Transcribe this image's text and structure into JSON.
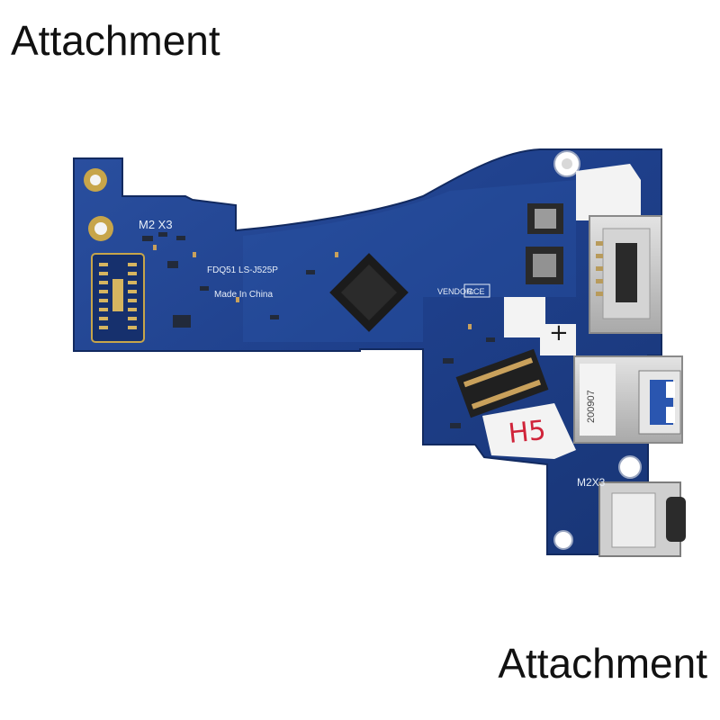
{
  "captions": {
    "top": "Attachment",
    "bottom": "Attachment"
  },
  "board": {
    "silkscreen": {
      "mount_left": "M2 X3",
      "mount_right": "M2X3",
      "part_number": "FDQ51 LS-J525P",
      "made_in": "Made In China",
      "vendor": "VENDOR:",
      "vendor_code": "GCE",
      "usb_sticker": "200907"
    },
    "handwriting": {
      "mark_a": "H5",
      "mark_b": "+"
    }
  },
  "colors": {
    "pcb": "#1e3f8a",
    "pcb_dark": "#16306d",
    "metal": "#c9c9c9",
    "sticker": "#f3f3f3",
    "ink_red": "#d0243a",
    "ink_black": "#1a1a1a"
  }
}
